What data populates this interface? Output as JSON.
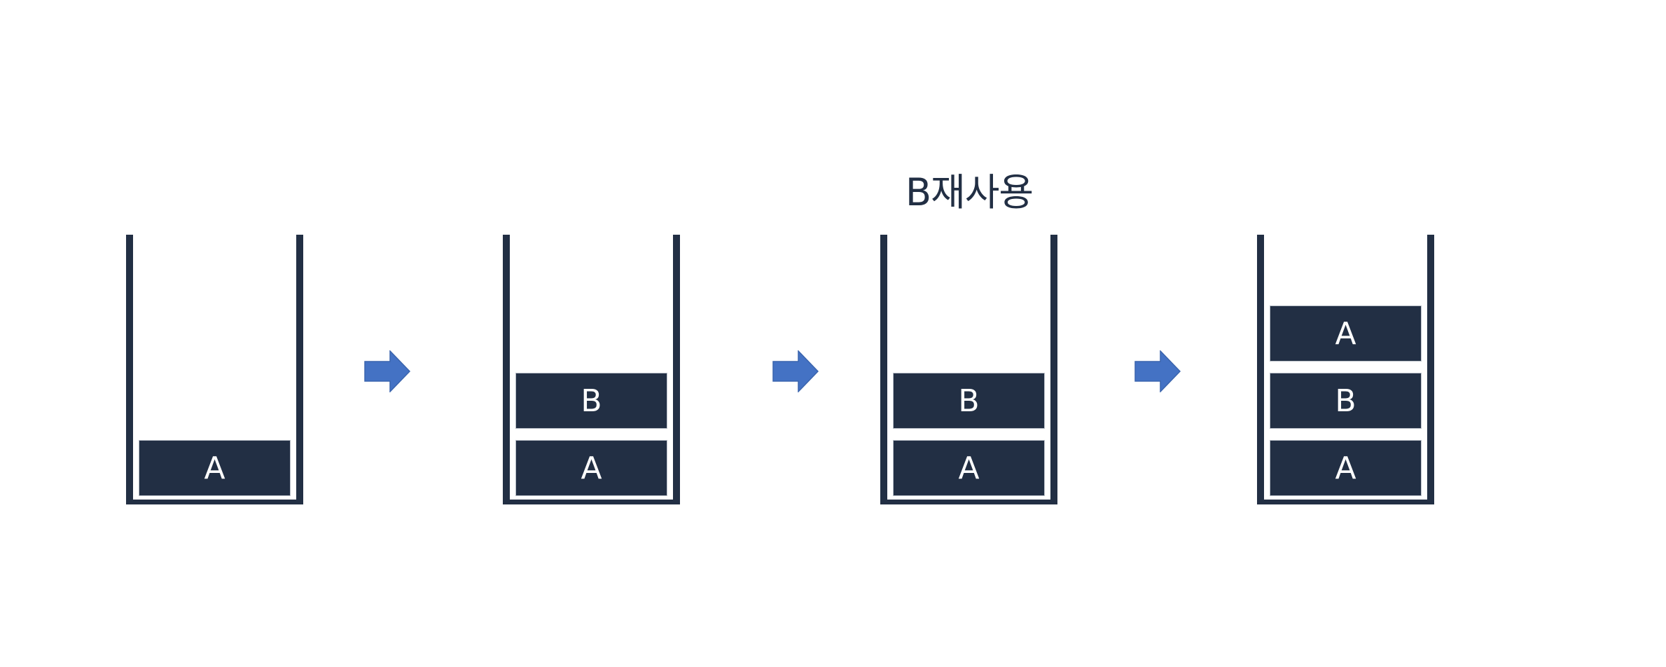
{
  "caption": "B재사용",
  "colors": {
    "stack": "#222f44",
    "block": "#222f44",
    "block_text": "#ffffff",
    "arrow": "#4472c4"
  },
  "stacks": [
    {
      "blocks": [
        "A"
      ]
    },
    {
      "blocks": [
        "A",
        "B"
      ]
    },
    {
      "blocks": [
        "A",
        "B"
      ]
    },
    {
      "blocks": [
        "A",
        "B",
        "A"
      ]
    }
  ],
  "arrow_icon": "right-arrow-icon"
}
